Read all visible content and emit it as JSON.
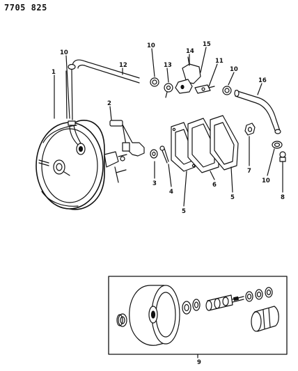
{
  "page_code": "7705 825",
  "callouts": {
    "c1": "1",
    "c2": "2",
    "c3": "3",
    "c4": "4",
    "c5a": "5",
    "c5b": "5",
    "c6": "6",
    "c7": "7",
    "c8": "8",
    "c9": "9",
    "c10a": "10",
    "c10b": "10",
    "c10c": "10",
    "c10d": "10",
    "c11": "11",
    "c12": "12",
    "c13": "13",
    "c14": "14",
    "c15": "15",
    "c16": "16"
  }
}
